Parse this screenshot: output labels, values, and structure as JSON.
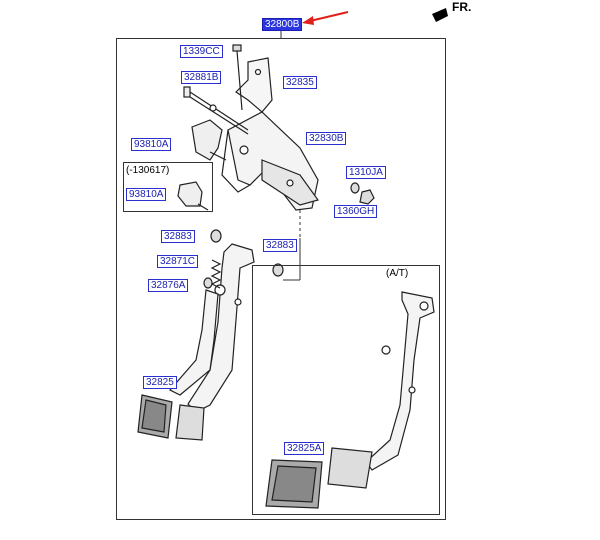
{
  "header": {
    "main_part": "32800B",
    "direction": "FR."
  },
  "callouts": {
    "c1339cc": "1339CC",
    "c32881b": "32881B",
    "c32835": "32835",
    "c32830b": "32830B",
    "c93810a_top": "93810A",
    "c1310ja": "1310JA",
    "c1360gh": "1360GH",
    "c93810a_inset": "93810A",
    "c32883_left": "32883",
    "c32883_right": "32883",
    "c32871c": "32871C",
    "c32876a": "32876A",
    "c32825": "32825",
    "c32825a": "32825A"
  },
  "inset_labels": {
    "date_variant": "(-130617)",
    "at_variant": "(A/T)"
  },
  "colors": {
    "arrow": "#e0201a",
    "callout_border": "#2a2fd0",
    "highlight": "#2b35e0"
  }
}
